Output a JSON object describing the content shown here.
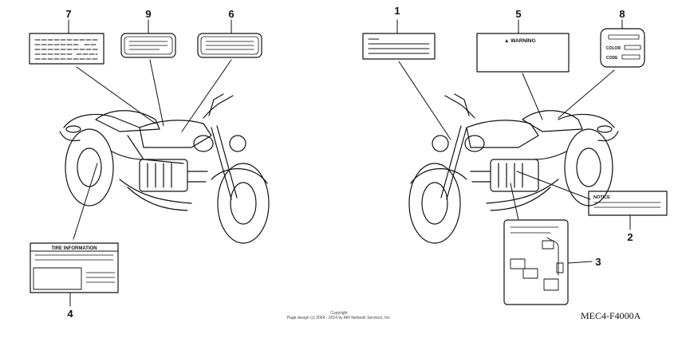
{
  "callouts": [
    "1",
    "2",
    "3",
    "4",
    "5",
    "6",
    "7",
    "8",
    "9"
  ],
  "labels": {
    "warning": "▲ WARNING",
    "color": "COLOR",
    "code": "CODE",
    "notice": "NOTICE",
    "tire_information": "TIRE INFORMATION"
  },
  "footer": {
    "copyright": "Copyright",
    "copyright_detail": "Page design (c) 2004 - 2014 by ARI Network Services, Inc.",
    "diagram_code": "MEC4-F4000A"
  }
}
